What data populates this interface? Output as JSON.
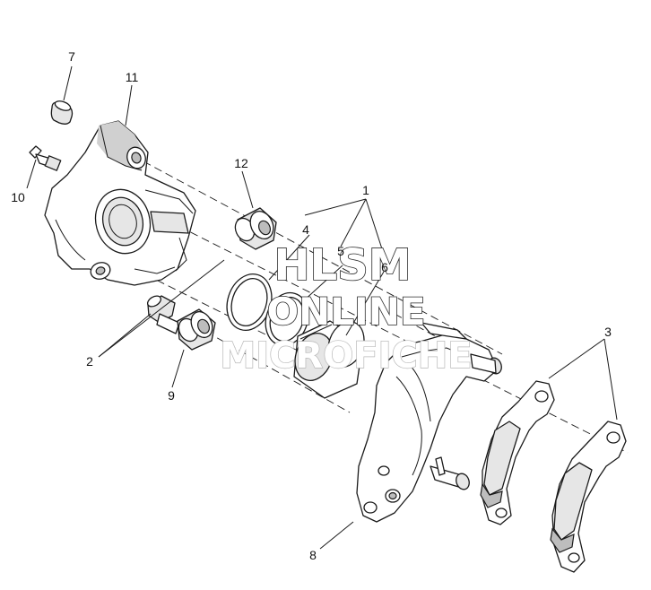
{
  "callouts": {
    "c1": "1",
    "c2": "2",
    "c3": "3",
    "c4": "4",
    "c5": "5",
    "c6": "6",
    "c7": "7",
    "c8": "8",
    "c9": "9",
    "c10": "10",
    "c11": "11",
    "c12": "12"
  },
  "watermark": {
    "line1": "HLSM",
    "line2": "ONLINE",
    "line3": "MICROFICHE"
  }
}
